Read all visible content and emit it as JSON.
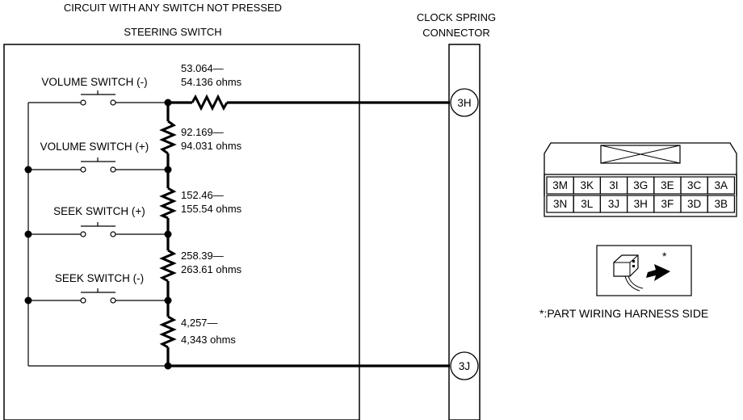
{
  "headings": {
    "circuit_condition": "CIRCUIT WITH ANY SWITCH NOT PRESSED",
    "steering_switch": "STEERING SWITCH",
    "clock_spring_line1": "CLOCK SPRING",
    "clock_spring_line2": "CONNECTOR"
  },
  "switches": [
    {
      "label": "VOLUME SWITCH (-)"
    },
    {
      "label": "VOLUME SWITCH (+)"
    },
    {
      "label": "SEEK SWITCH (+)"
    },
    {
      "label": "SEEK SWITCH (-)"
    }
  ],
  "resistors": [
    {
      "line1": "53.064—",
      "line2": "54.136 ohms"
    },
    {
      "line1": "92.169—",
      "line2": "94.031 ohms"
    },
    {
      "line1": "152.46—",
      "line2": "155.54 ohms"
    },
    {
      "line1": "258.39—",
      "line2": "263.61 ohms"
    },
    {
      "line1": "4,257—",
      "line2": "4,343 ohms"
    }
  ],
  "terminals": {
    "top": "3H",
    "bottom": "3J"
  },
  "connector": {
    "row1": [
      "3M",
      "3K",
      "3I",
      "3G",
      "3E",
      "3C",
      "3A"
    ],
    "row2": [
      "3N",
      "3L",
      "3J",
      "3H",
      "3F",
      "3D",
      "3B"
    ],
    "asterisk": "*",
    "note": "*:PART WIRING HARNESS SIDE"
  }
}
